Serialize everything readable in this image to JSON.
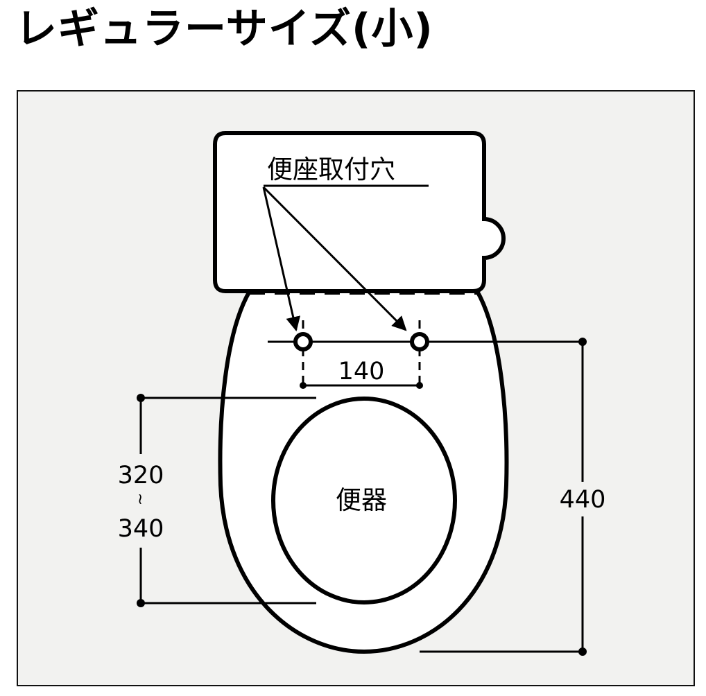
{
  "title": "レギュラーサイズ(小)",
  "labels": {
    "mount_holes": "便座取付穴",
    "bowl": "便器"
  },
  "dimensions": {
    "hole_spacing": "140",
    "opening_min": "320",
    "range_mark": "~",
    "opening_max": "340",
    "length": "440"
  }
}
